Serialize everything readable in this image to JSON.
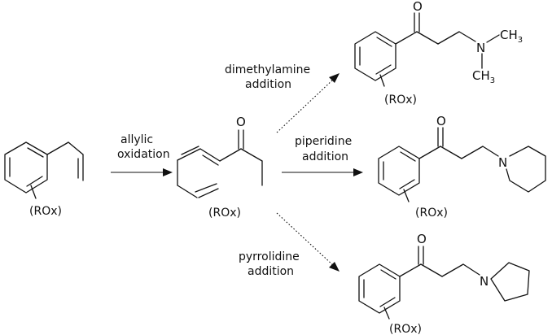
{
  "labels": {
    "start_substituent": "(ROx)",
    "intermediate_substituent": "(ROx)",
    "product_dma_substituent": "(ROx)",
    "product_pip_substituent": "(ROx)",
    "product_pyr_substituent": "(ROx)"
  },
  "arrows": {
    "allylic": {
      "line1": "allylic",
      "line2": "oxidation"
    },
    "dimethylamine": {
      "line1": "dimethylamine",
      "line2": "addition"
    },
    "piperidine": {
      "line1": "piperidine",
      "line2": "addition"
    },
    "pyrrolidine": {
      "line1": "pyrrolidine",
      "line2": "addition"
    }
  },
  "atoms": {
    "oxygen": "O",
    "nitrogen": "N",
    "methyl_prefix": "CH",
    "methyl_subscript": "3"
  }
}
